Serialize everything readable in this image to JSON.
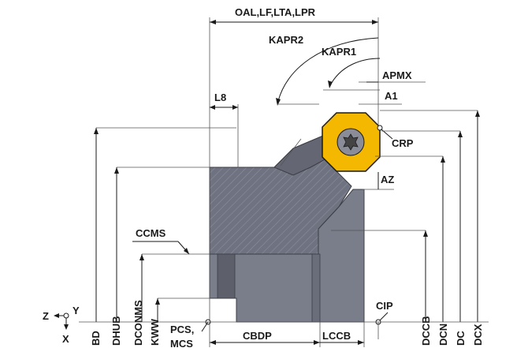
{
  "labels": {
    "oal": "OAL,LF,LTA,LPR",
    "kapr2": "KAPR2",
    "kapr1": "KAPR1",
    "apmx": "APMX",
    "a1": "A1",
    "l8": "L8",
    "crp": "CRP",
    "az": "AZ",
    "ccms": "CCMS",
    "cip": "CIP",
    "z": "Z",
    "y": "Y",
    "x": "X",
    "bd": "BD",
    "dhub": "DHUB",
    "dconms": "DCONMS",
    "kww": "KWW",
    "pcs_mcs_line1": "PCS,",
    "pcs_mcs_line2": "MCS",
    "cbdp": "CBDP",
    "lccb": "LCCB",
    "dccb": "DCCB",
    "dcn": "DCN",
    "dc": "DC",
    "dcx": "DCX"
  },
  "colors": {
    "body_dark": "#6f7280",
    "body_mid": "#7f838f",
    "insert_yellow": "#f5b800",
    "insert_screw": "#8a8d97",
    "line": "#1a1a1a"
  }
}
